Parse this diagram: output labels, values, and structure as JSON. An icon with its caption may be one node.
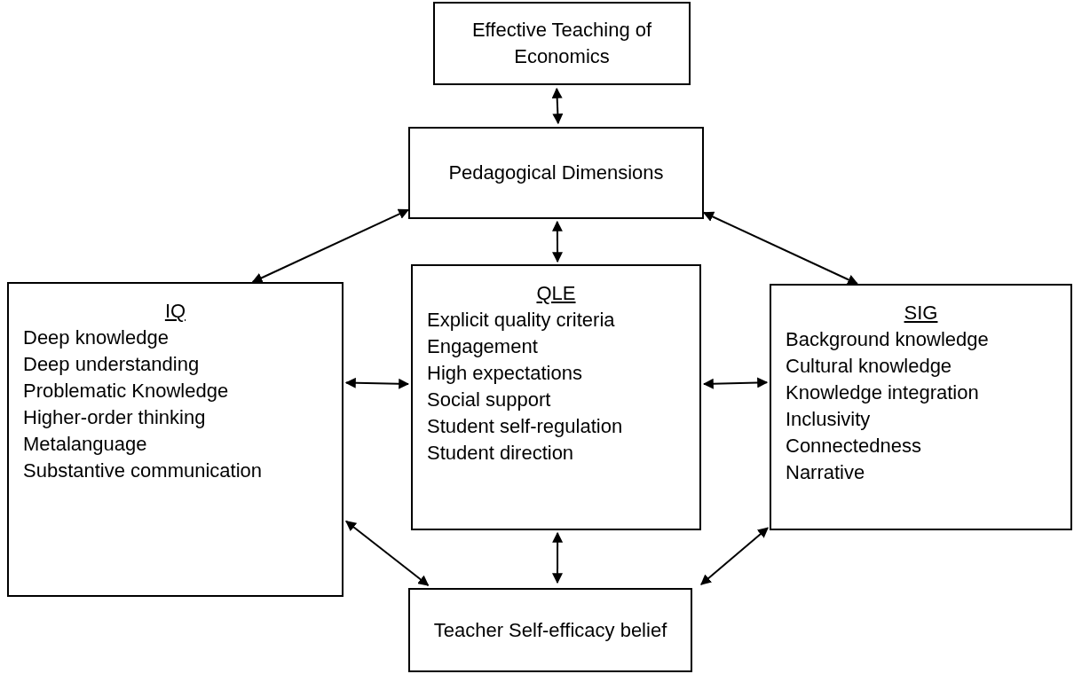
{
  "diagram": {
    "nodes": [
      {
        "text": [
          "Effective Teaching of Economics"
        ]
      },
      {
        "text": [
          "Pedagogical Dimensions"
        ]
      },
      {
        "text": [
          "IQ",
          "Deep knowledge",
          "Deep understanding",
          "Problematic Knowledge",
          "Higher-order thinking",
          "Metalanguage",
          "Substantive communication"
        ]
      },
      {
        "text": [
          "QLE",
          "Explicit quality criteria",
          "Engagement",
          "High expectations",
          "Social support",
          "Student self-regulation",
          "Student direction"
        ]
      },
      {
        "text": [
          "SIG",
          "Background knowledge",
          "Cultural knowledge",
          "Knowledge integration",
          "Inclusivity",
          "Connectedness",
          "Narrative"
        ]
      },
      {
        "text": [
          "Teacher Self-efficacy belief"
        ]
      }
    ],
    "edges": [
      {
        "from": 0,
        "to": 1,
        "arrow": "both"
      },
      {
        "from": 1,
        "to": 2,
        "arrow": "both"
      },
      {
        "from": 1,
        "to": 3,
        "arrow": "both"
      },
      {
        "from": 1,
        "to": 4,
        "arrow": "both"
      },
      {
        "from": 2,
        "to": 3,
        "arrow": "both"
      },
      {
        "from": 3,
        "to": 4,
        "arrow": "both"
      },
      {
        "from": 2,
        "to": 5,
        "arrow": "both"
      },
      {
        "from": 3,
        "to": 5,
        "arrow": "both"
      },
      {
        "from": 4,
        "to": 5,
        "arrow": "both"
      }
    ]
  }
}
